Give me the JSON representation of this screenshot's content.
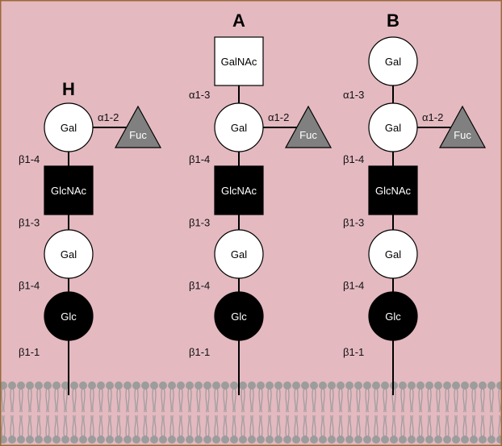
{
  "colors": {
    "background": "#e4b9c0",
    "border": "#9a6a3a",
    "membrane_head": "#9c9c9c",
    "membrane_tail": "#9c9c9c",
    "white_residue": "#ffffff",
    "black_residue": "#000000",
    "fucose": "#808080",
    "line": "#000000"
  },
  "columns": [
    {
      "title": "H",
      "residues": [
        {
          "label": "Gal",
          "shape": "circle",
          "fill": "white",
          "link": "β1-4",
          "icon": "galactose-circle-icon"
        },
        {
          "label": "GlcNAc",
          "shape": "square",
          "fill": "black",
          "link": "β1-3",
          "icon": "n-acetylglucosamine-square-icon"
        },
        {
          "label": "Gal",
          "shape": "circle",
          "fill": "white",
          "link": "β1-4",
          "icon": "galactose-circle-icon"
        },
        {
          "label": "Glc",
          "shape": "circle",
          "fill": "black",
          "link": "β1-1",
          "icon": "glucose-circle-icon"
        }
      ],
      "branch": {
        "label": "Fuc",
        "link": "α1-2",
        "attach_to": 0,
        "icon": "fucose-triangle-icon"
      }
    },
    {
      "title": "A",
      "residues": [
        {
          "label": "GalNAc",
          "shape": "square",
          "fill": "white",
          "link": "α1-3",
          "icon": "n-acetylgalactosamine-square-icon"
        },
        {
          "label": "Gal",
          "shape": "circle",
          "fill": "white",
          "link": "β1-4",
          "icon": "galactose-circle-icon"
        },
        {
          "label": "GlcNAc",
          "shape": "square",
          "fill": "black",
          "link": "β1-3",
          "icon": "n-acetylglucosamine-square-icon"
        },
        {
          "label": "Gal",
          "shape": "circle",
          "fill": "white",
          "link": "β1-4",
          "icon": "galactose-circle-icon"
        },
        {
          "label": "Glc",
          "shape": "circle",
          "fill": "black",
          "link": "β1-1",
          "icon": "glucose-circle-icon"
        }
      ],
      "branch": {
        "label": "Fuc",
        "link": "α1-2",
        "attach_to": 1,
        "icon": "fucose-triangle-icon"
      }
    },
    {
      "title": "B",
      "residues": [
        {
          "label": "Gal",
          "shape": "circle",
          "fill": "white",
          "link": "α1-3",
          "icon": "galactose-circle-icon"
        },
        {
          "label": "Gal",
          "shape": "circle",
          "fill": "white",
          "link": "β1-4",
          "icon": "galactose-circle-icon"
        },
        {
          "label": "GlcNAc",
          "shape": "square",
          "fill": "black",
          "link": "β1-3",
          "icon": "n-acetylglucosamine-square-icon"
        },
        {
          "label": "Gal",
          "shape": "circle",
          "fill": "white",
          "link": "β1-4",
          "icon": "galactose-circle-icon"
        },
        {
          "label": "Glc",
          "shape": "circle",
          "fill": "black",
          "link": "β1-1",
          "icon": "glucose-circle-icon"
        }
      ],
      "branch": {
        "label": "Fuc",
        "link": "α1-2",
        "attach_to": 1,
        "icon": "fucose-triangle-icon"
      }
    }
  ]
}
